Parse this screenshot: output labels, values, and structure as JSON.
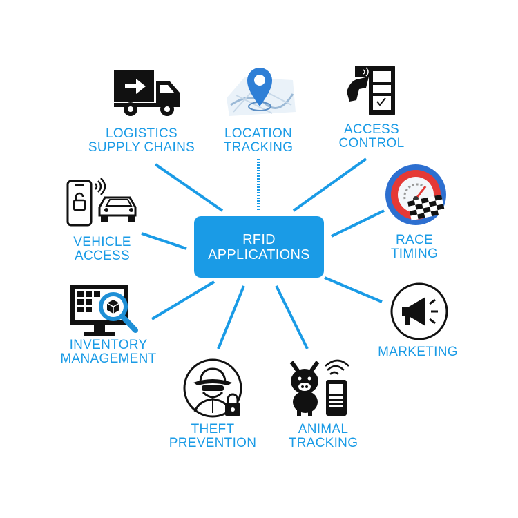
{
  "center": {
    "line1": "RFID",
    "line2": "APPLICATIONS"
  },
  "nodes": [
    {
      "id": "logistics",
      "lines": [
        "LOGISTICS",
        "SUPPLY CHAINS"
      ],
      "icon": "truck-icon"
    },
    {
      "id": "location",
      "lines": [
        "LOCATION",
        "TRACKING"
      ],
      "icon": "map-pin-icon"
    },
    {
      "id": "access",
      "lines": [
        "ACCESS",
        "CONTROL"
      ],
      "icon": "card-reader-icon"
    },
    {
      "id": "race",
      "lines": [
        "RACE",
        "TIMING"
      ],
      "icon": "speedometer-flag-icon"
    },
    {
      "id": "marketing",
      "lines": [
        "MARKETING"
      ],
      "icon": "megaphone-icon"
    },
    {
      "id": "animal",
      "lines": [
        "ANIMAL",
        "TRACKING"
      ],
      "icon": "pig-scanner-icon"
    },
    {
      "id": "theft",
      "lines": [
        "THEFT",
        "PREVENTION"
      ],
      "icon": "thief-lock-icon"
    },
    {
      "id": "inventory",
      "lines": [
        "INVENTORY",
        "MANAGEMENT"
      ],
      "icon": "monitor-search-icon"
    },
    {
      "id": "vehicle",
      "lines": [
        "VEHICLE",
        "ACCESS"
      ],
      "icon": "phone-car-icon"
    }
  ],
  "colors": {
    "accent": "#1a9be6",
    "icon": "#111111",
    "race_red": "#e53935",
    "race_blue": "#2d6fd0"
  }
}
